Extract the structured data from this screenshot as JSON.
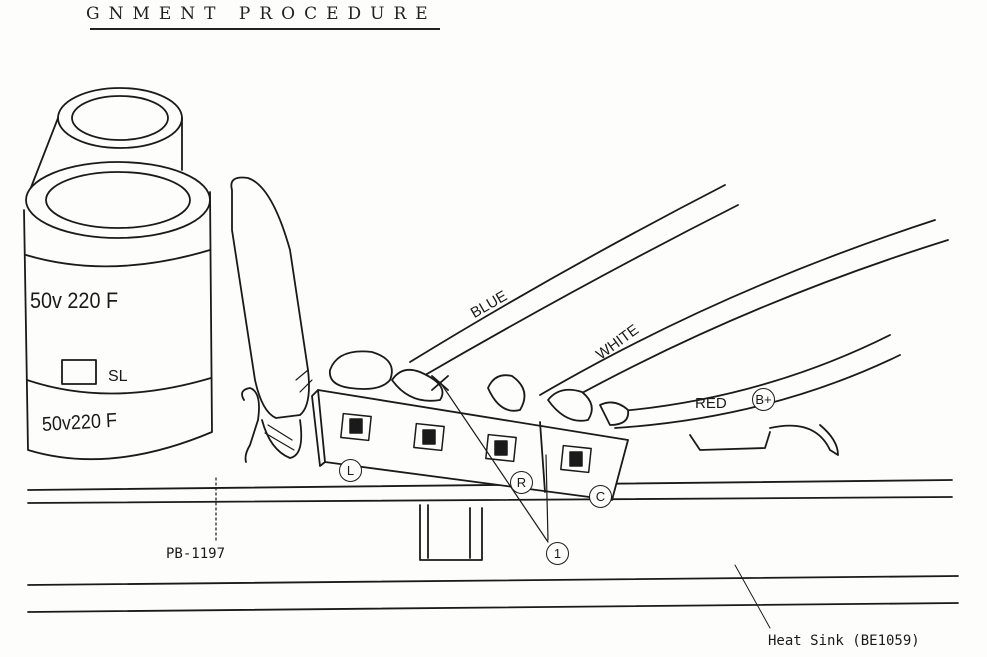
{
  "header": {
    "title": "GNMENT PROCEDURE"
  },
  "labels": {
    "board": "PB-1197",
    "heat_sink": "Heat Sink (BE1059)",
    "cap_top": "50v 220 F",
    "cap_bottom": "50v220 F",
    "cap_mark": "SL",
    "wire_blue": "BLUE",
    "wire_white": "WHITE",
    "wire_red": "RED",
    "terminal_bplus": "B+",
    "terminal_l": "L",
    "terminal_r": "R",
    "terminal_c": "C",
    "callout_1": "1"
  },
  "colors": {
    "ink": "#1a1a1a",
    "paper": "#fdfdfb"
  }
}
